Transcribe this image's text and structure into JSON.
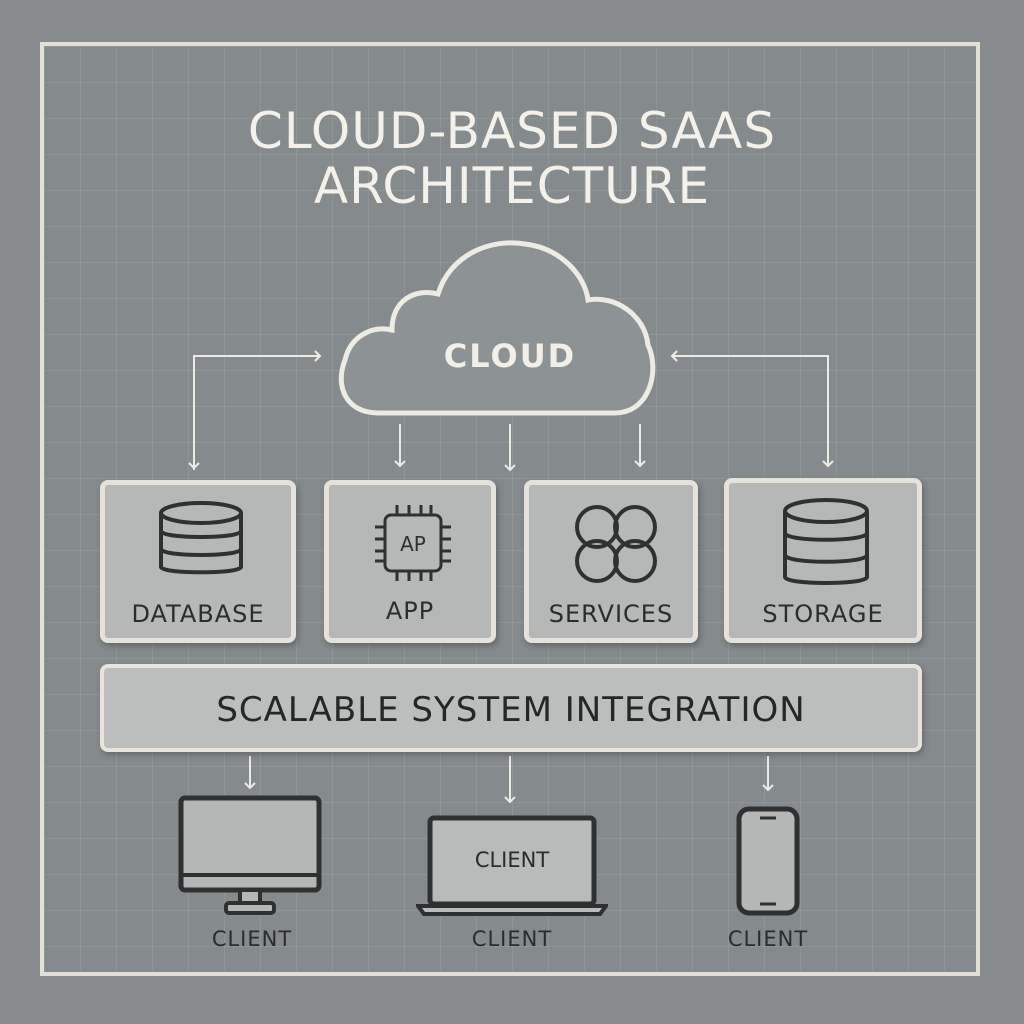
{
  "title": {
    "line1": "CLOUD-BASED SAAS",
    "line2": "ARCHITECTURE"
  },
  "cloud": {
    "label": "CLOUD"
  },
  "components": [
    {
      "label": "DATABASE",
      "icon": "database-icon"
    },
    {
      "label": "APP",
      "icon": "chip-icon",
      "icon_text": "AP"
    },
    {
      "label": "SERVICES",
      "icon": "services-icon"
    },
    {
      "label": "STORAGE",
      "icon": "storage-icon"
    }
  ],
  "integration": {
    "label": "SCALABLE SYSTEM INTEGRATION"
  },
  "clients": [
    {
      "label": "CLIENT",
      "device": "desktop-monitor-icon"
    },
    {
      "label": "CLIENT",
      "device": "laptop-icon",
      "screen_text": "CLIENT"
    },
    {
      "label": "CLIENT",
      "device": "smartphone-icon"
    }
  ],
  "colors": {
    "background": "#878b8d",
    "frame": "#e3e0d6",
    "box_fill": "#b6b8b8",
    "text_light": "#f3f1ea",
    "text_dark": "#2b2c2c"
  }
}
